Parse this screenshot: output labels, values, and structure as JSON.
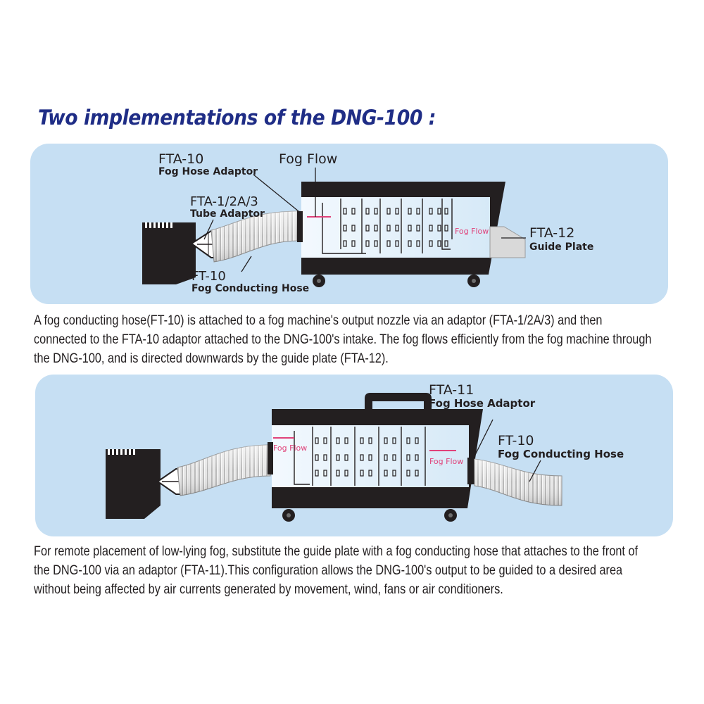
{
  "title": "Two implementations of the DNG-100 :",
  "colors": {
    "title": "#1f2d86",
    "panel_bg": "#c6dff3",
    "machine": "#231f20",
    "chamber": "#e4f1fb",
    "fog_label": "#e0427a",
    "hose": "#dcdcdc"
  },
  "diagram1": {
    "fta10_code": "FTA-10",
    "fta10_name": "Fog Hose Adaptor",
    "fog_flow_top": "Fog Flow",
    "fta1_code": "FTA-1/2A/3",
    "fta1_name": "Tube Adaptor",
    "fog_flow_inside": "Fog Flow",
    "fta12_code": "FTA-12",
    "fta12_name": "Guide Plate",
    "ft10_code": "FT-10",
    "ft10_name": "Fog Conducting Hose"
  },
  "description1": [
    "A fog conducting hose(FT-10) is attached to a fog machine's output nozzle via an adaptor (FTA-1/2A/3) and then",
    "connected to the FTA-10 adaptor attached to the DNG-100's intake. The fog flows efficiently from the fog machine through",
    "the DNG-100, and is directed downwards by the guide plate (FTA-12)."
  ],
  "diagram2": {
    "fta11_code": "FTA-11",
    "fta11_name": "Fog Hose Adaptor",
    "fog_flow_left": "Fog Flow",
    "fog_flow_right": "Fog Flow",
    "ft10_code": "FT-10",
    "ft10_name": "Fog Conducting Hose"
  },
  "description2": [
    "For remote placement of low-lying fog, substitute the guide plate with a fog conducting hose that attaches to the front of",
    "the DNG-100 via an adaptor (FTA-11).This configuration allows the DNG-100's output to be guided to a desired area",
    "without being affected by air currents generated by movement, wind, fans or air conditioners."
  ]
}
